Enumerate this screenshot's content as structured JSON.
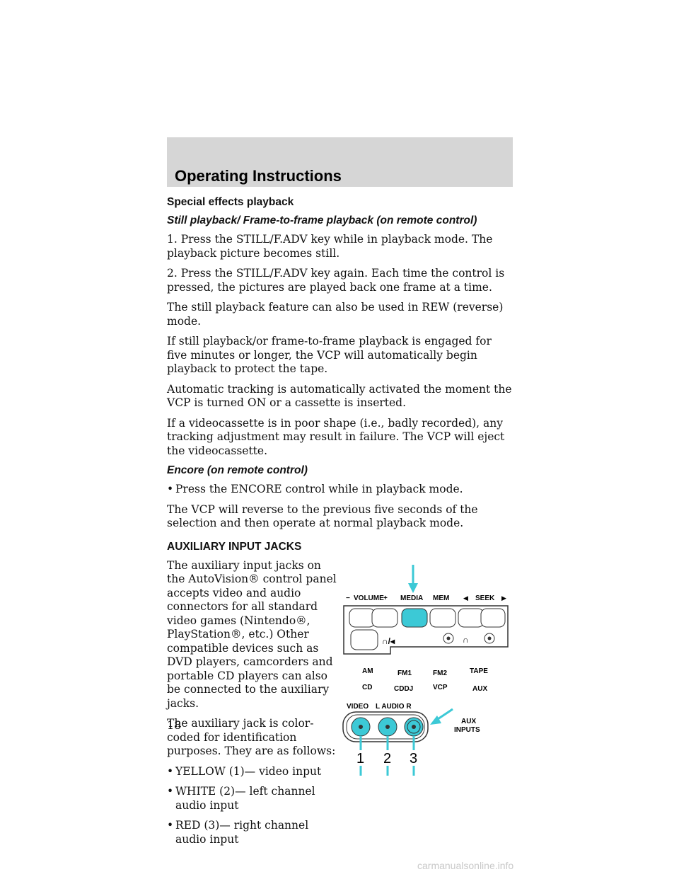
{
  "header": {
    "title": "Operating Instructions"
  },
  "section1": {
    "heading": "Special effects playback",
    "subheading": "Still playback/ Frame-to-frame playback (on remote control)",
    "paragraphs": [
      "1. Press the STILL/F.ADV key while in playback mode. The playback picture becomes still.",
      "2. Press the STILL/F.ADV key again. Each time the control is pressed, the pictures are played back one frame at a time.",
      "The still playback feature can also be used in REW (reverse) mode.",
      "If still playback/or frame-to-frame playback is engaged for five minutes or longer, the VCP will automatically begin playback to protect the tape.",
      "Automatic tracking is automatically activated the moment the VCP is turned ON or a cassette is inserted.",
      "If a videocassette is in poor shape (i.e., badly recorded), any tracking adjustment may result in failure. The VCP will eject the videocassette."
    ]
  },
  "section2": {
    "subheading": "Encore (on remote control)",
    "bullet_symbol": "•",
    "bullet": "Press the ENCORE control while in playback mode.",
    "paragraph": "The VCP will reverse to the previous five seconds of the selection and then operate at normal playback mode."
  },
  "section3": {
    "heading": "AUXILIARY INPUT JACKS",
    "intro": "The auxiliary input jacks on the AutoVision® control panel accepts video and audio connectors for all standard video games (Nintendo®, PlayStation®, etc.) Other compatible devices such as DVD players, camcorders and portable CD players can also be connected to the auxiliary jacks.",
    "color_intro": "The auxiliary jack is color-coded for identification purposes. They are as follows:",
    "bullets": [
      "YELLOW (1)— video input",
      "WHITE (2)— left channel audio input",
      "RED (3)— right channel audio input"
    ]
  },
  "figure": {
    "top_labels": {
      "volume": "VOLUME",
      "media": "MEDIA",
      "mem": "MEM",
      "seek": "SEEK"
    },
    "row_am": "AM",
    "row_fm1": "FM1",
    "row_fm2": "FM2",
    "row_tape": "TAPE",
    "row_cd": "CD",
    "row_cddj": "CDDJ",
    "row_vcp": "VCP",
    "row_aux": "AUX",
    "video": "VIDEO",
    "audio": "L AUDIO R",
    "aux_inputs_1": "AUX",
    "aux_inputs_2": "INPUTS",
    "n1": "1",
    "n2": "2",
    "n3": "3",
    "accent": "#3cc9d6"
  },
  "page_number": "18",
  "watermark": "carmanualsonline.info"
}
